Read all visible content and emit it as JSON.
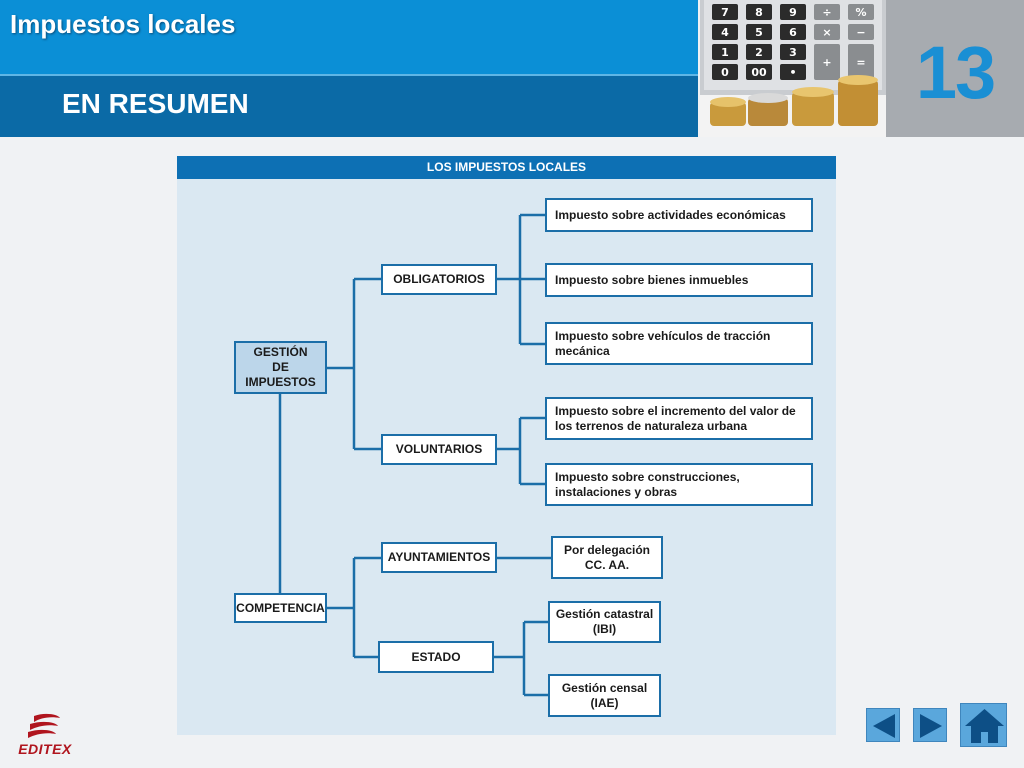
{
  "header": {
    "title": "Impuestos locales",
    "subtitle": "EN RESUMEN",
    "chapter": "13"
  },
  "diagram": {
    "title": "LOS IMPUESTOS LOCALES",
    "root": "GESTIÓN DE IMPUESTOS",
    "root_lines": [
      "GESTIÓN",
      "DE",
      "IMPUESTOS"
    ],
    "competencia": "COMPETENCIA",
    "obligatorios": "OBLIGATORIOS",
    "voluntarios": "VOLUNTARIOS",
    "ayuntamientos": "AYUNTAMIENTOS",
    "estado": "ESTADO",
    "obligatorios_items": [
      "Impuesto sobre actividades económicas",
      "Impuesto sobre bienes inmuebles",
      "Impuesto sobre vehículos de tracción mecánica"
    ],
    "voluntarios_items": [
      "Impuesto sobre el incremento del valor de los terrenos de naturaleza urbana",
      "Impuesto sobre construcciones, instalaciones y obras"
    ],
    "ayuntamientos_item_lines": [
      "Por delegación",
      "CC. AA."
    ],
    "estado_items": [
      {
        "lines": [
          "Gestión catastral",
          "(IBI)"
        ]
      },
      {
        "lines": [
          "Gestión censal",
          "(IAE)"
        ]
      }
    ]
  },
  "footer": {
    "logo": "EDITEX"
  },
  "colors": {
    "header_top": "#0b8fd6",
    "header_bottom": "#0b6aa6",
    "diagram_bg": "#dae8f2",
    "connector": "#1b6ea8",
    "logo_red": "#b0151e",
    "nav_blue": "#5aa7dc"
  }
}
